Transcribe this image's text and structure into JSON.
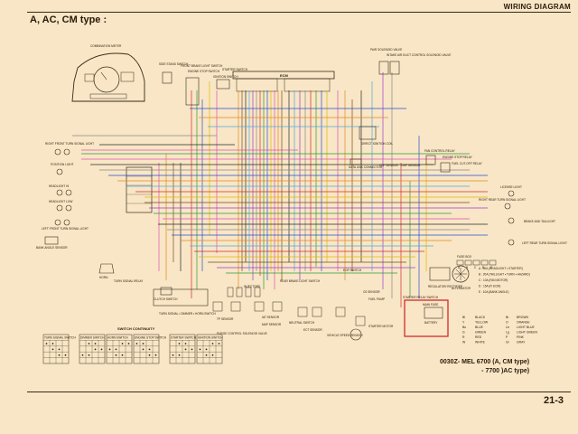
{
  "header": {
    "title": "WIRING DIAGRAM"
  },
  "page_type": "A,  AC, CM  type :",
  "page_number": "21-3",
  "document_code": [
    "0030Z- MEL 6700 (A, CM type)",
    "- 7700 )AC type)"
  ],
  "components": {
    "combination_meter": "COMBINATION METER",
    "pair_valve": "PAIR SOLENOID VALVE",
    "intake_valve": "INTAKE AIR DUCT CONTROL SOLENOID VALVE",
    "ecm": "ECM",
    "side_stand": "SIDE STAND SWITCH",
    "front_brake": "FRONT BRAKE LIGHT SWITCH",
    "engine_stop": "ENGINE STOP SWITCH",
    "starter_switch": "STARTER SWITCH",
    "ignition_switch": "IGNITION SWITCH",
    "right_front_turn": "RIGHT FRONT TURN SIGNAL LIGHT",
    "position_light": "POSITION LIGHT",
    "headlight_hi": "HEADLIGHT HI",
    "headlight_low": "HEADLIGHT LOW",
    "left_front_turn": "LEFT FRONT TURN SIGNAL LIGHT",
    "bank_angle": "BANK ANGLE SENSOR",
    "horn": "HORN",
    "turn_relay": "TURN SIGNAL RELAY",
    "clutch": "CLUTCH SWITCH",
    "turn_dimmer": "TURN SIGNAL • DIMMER • HORN SWITCH",
    "tp_sensor": "TP SENSOR",
    "purge_valve": "PURGE CONTROL SOLENOID VALVE",
    "iat_sensor": "IAT SENSOR",
    "map_sensor": "MAP SENSOR",
    "neutral": "NEUTRAL SWITCH",
    "ect": "ECT SENSOR",
    "vs_sensor": "VEHICLE SPEED SENSOR",
    "rear_brake": "REAR BRAKE LIGHT SWITCH",
    "injectors": "INJECTORS",
    "o2": "O2 SENSOR",
    "fuel_pump": "FUEL PUMP",
    "eop": "EOP SWITCH",
    "fan_relay": "FAN CONTROL RELAY",
    "stop_relay": "ENGINE STOP RELAY",
    "fuel_cutoff": "FUEL CUT-OFF RELAY",
    "license": "LICENSE LIGHT",
    "right_rear_turn": "RIGHT REAR TURN SIGNAL LIGHT",
    "brake_tail": "BRAKE AND TAILLIGHT",
    "left_rear_turn": "LEFT REAR TURN SIGNAL LIGHT",
    "fuse_box": "FUSE BOX",
    "regulator": "REGULATOR/ RECTIFIER",
    "alternator": "ALTERNATOR",
    "starter_relay": "STARTER RELAY SWITCH",
    "battery": "BATTERY",
    "starter_motor": "STARTER MOTOR",
    "main_fuse": "MAIN FUSE",
    "switch_cont": "SWITCH CONTINUITY",
    "ckp": "CKP SENSOR",
    "cmp": "CMP SENSOR",
    "dlc": "DATA LINK CONNECTOR",
    "ign_coil": "DIRECT IGNITION COIL"
  },
  "fuse_list": [
    "A : 30A (HEADLIGHT • STARTER)",
    "B : 20A (TAILLIGHT • TURN • HAZARD)",
    "C : 10A (FAN MOTOR)",
    "D : 15A (FI ECM)",
    "E : 10A (BANK ANGLE)"
  ],
  "fuse_icons": [
    "A",
    "B",
    "C",
    "D",
    "E"
  ],
  "color_legend": [
    {
      "code": "Bl",
      "name": "BLACK",
      "code2": "Br",
      "name2": "BROWN"
    },
    {
      "code": "Y",
      "name": "YELLOW",
      "code2": "O",
      "name2": "ORANGE"
    },
    {
      "code": "Bu",
      "name": "BLUE",
      "code2": "Lb",
      "name2": "LIGHT BLUE"
    },
    {
      "code": "G",
      "name": "GREEN",
      "code2": "Lg",
      "name2": "LIGHT GREEN"
    },
    {
      "code": "R",
      "name": "RED",
      "code2": "P",
      "name2": "PINK"
    },
    {
      "code": "W",
      "name": "WHITE",
      "code2": "Gr",
      "name2": "GRAY"
    }
  ],
  "switch_tables": [
    {
      "name": "TURN SIGNAL SWITCH"
    },
    {
      "name": "DIMMER SWITCH"
    },
    {
      "name": "HORN SWITCH"
    },
    {
      "name": "ENGINE STOP SWITCH"
    },
    {
      "name": "STARTER SWITCH"
    },
    {
      "name": "IGNITION SWITCH"
    }
  ],
  "wire_colors": {
    "red": "#d42a2a",
    "green": "#2f9a3a",
    "blue": "#2a4fd0",
    "yellow": "#e0b800",
    "pink": "#e050b0",
    "orange": "#e08a20",
    "brown": "#7a4a1a",
    "black": "#2a2a2a",
    "lightblue": "#50a8e0",
    "purple": "#9a3ad0",
    "gray": "#888888"
  }
}
